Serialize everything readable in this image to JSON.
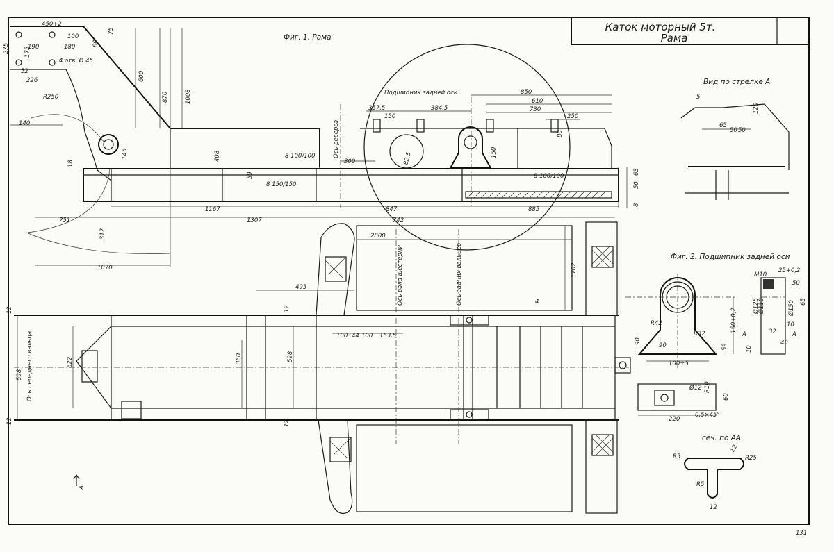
{
  "title_block": {
    "line1": "Каток моторный 5т.",
    "line2": "Рама"
  },
  "fig1_caption": "Фиг. 1. Рама",
  "view_arrow_caption": "Вид по стрелке А",
  "fig2_caption": "Фиг. 2. Подшипник задней оси",
  "section_caption": "сеч. по АА",
  "sheet_number": "131",
  "arrow_label": "А",
  "labels": {
    "rear_axle_bearing": "Подшипник задней оси",
    "reverse_axis": "Ось реверса",
    "front_roller_axis": "Ось переднего вальца",
    "gear_shaft_axis": "Ось вала шестерни",
    "rear_rollers_axis": "Ось задних вальцев",
    "section_a_left": "А",
    "section_a_right": "А"
  },
  "welds": {
    "w1": "8 100/100",
    "w2": "8 150/150",
    "w3": "8 100/100",
    "w4": "4",
    "w5": "5"
  },
  "dims_top": {
    "d450": "450+2",
    "d100": "100",
    "d190": "190",
    "d180": "180",
    "d80": "80",
    "d75": "75",
    "d52": "52",
    "d226": "226",
    "d175": "175",
    "d275": "275",
    "holes": "4 отв. Ø 45",
    "d600": "600",
    "d870": "870",
    "d1008": "1008",
    "r250": "R250",
    "d140": "140",
    "d18": "18",
    "d145": "145",
    "d408": "408",
    "d59": "59",
    "d300": "300",
    "d3575": "357,5",
    "d150a": "150",
    "d3845": "384,5",
    "d850": "850",
    "d610": "610",
    "d730": "730",
    "d250": "250",
    "d825": "82,5",
    "d150b": "150",
    "d80b": "80",
    "d63": "63",
    "d50": "50",
    "d8": "8",
    "d1167": "1167",
    "d847": "847",
    "d885": "885",
    "d751": "751",
    "d1307": "1307",
    "d742": "742",
    "d312": "312",
    "d1070": "1070"
  },
  "dims_plan": {
    "d2800": "2800",
    "d1702": "1702",
    "d495": "495",
    "d12a": "12",
    "d12b": "12",
    "d12c": "12",
    "d12d": "12",
    "d100a": "100",
    "d44": "44",
    "d100b": "100",
    "d1635": "163,5",
    "d598a": "598",
    "d622": "622",
    "d360": "360",
    "d598b": "598"
  },
  "dims_view_a": {
    "d65": "65",
    "d50a": "50",
    "d50b": "50",
    "d120": "120"
  },
  "dims_bearing": {
    "r42": "R42",
    "r32": "R32",
    "d90a": "90",
    "d90b": "90",
    "d59": "59",
    "d150": "150+0,2",
    "d100": "100±5",
    "m10": "M10",
    "d25": "25+0,2",
    "d50": "50",
    "dia125": "Ø125",
    "dia110": "Ø110",
    "dia150": "Ø150",
    "d65": "65",
    "d10": "10",
    "d40": "40",
    "d32": "32",
    "d10b": "10",
    "dia12": "Ø12",
    "r10": "R10",
    "d60": "60",
    "d220": "220",
    "chamfer": "0,5×45°"
  },
  "dims_section": {
    "r5a": "R5",
    "r5b": "R5",
    "r25": "R25",
    "d12a": "12",
    "d12b": "12"
  }
}
